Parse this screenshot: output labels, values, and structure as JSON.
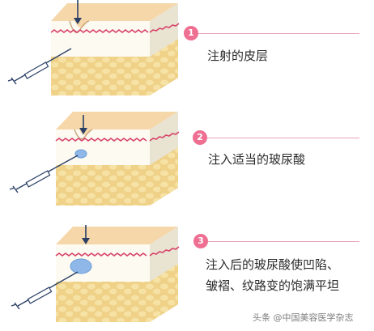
{
  "colors": {
    "skin_top": "#f6d7a9",
    "skin_face": "#fdfaf1",
    "skin_side": "#e9e3d2",
    "fat": "#efd188",
    "fat_cells": "#f7e2a6",
    "dermis_ridge": "#d7426a",
    "filler": "#8fb8e8",
    "badge": "#ee6f92",
    "accent_line": "#e8a2b6"
  },
  "steps": [
    {
      "number": "1",
      "lines": [
        "注射的皮层"
      ],
      "icon": "skin-block-with-wrinkle"
    },
    {
      "number": "2",
      "lines": [
        "注入适当的玻尿酸"
      ],
      "icon": "skin-block-with-small-filler"
    },
    {
      "number": "3",
      "lines": [
        "注入后的玻尿酸使凹陷、",
        "皱褶、纹路变的饱满平坦"
      ],
      "icon": "skin-block-filled"
    }
  ],
  "watermark": "头条 @中国美容医学杂志"
}
